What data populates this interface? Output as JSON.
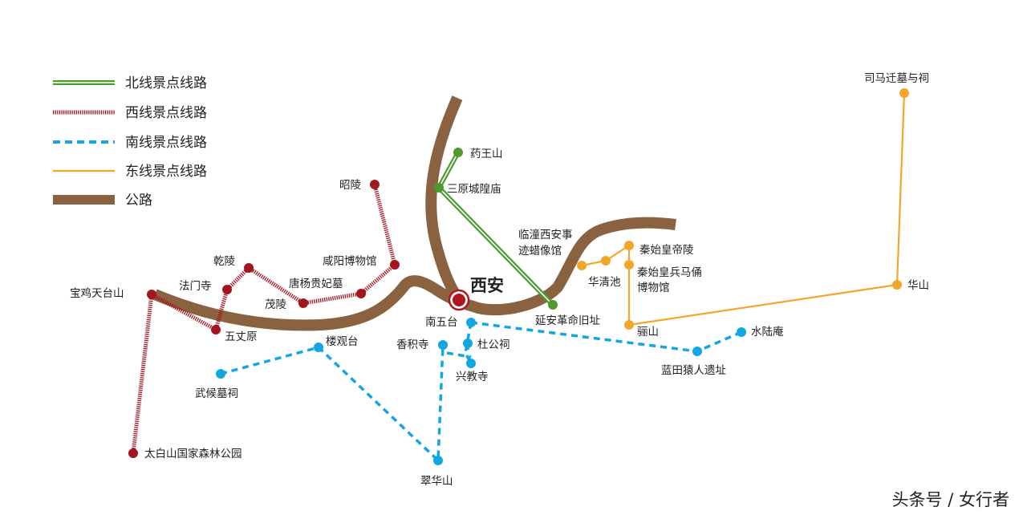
{
  "colors": {
    "north": "#4e9a2f",
    "west": "#a3151f",
    "south": "#12a7e0",
    "east": "#f3a72a",
    "road": "#8b6240",
    "city": "#b3151f"
  },
  "legend": {
    "north": "北线景点线路",
    "west": "西线景点线路",
    "south": "南线景点线路",
    "east": "东线景点线路",
    "road": "公路"
  },
  "city": {
    "name": "西安"
  },
  "places": {
    "yaowangshan": "药王山",
    "sanyuan": "三原城隍庙",
    "linjiang": "临潼西安事",
    "linjiang2": "迹蜡像馆",
    "yanan": "延安革命旧址",
    "zhaoling": "昭陵",
    "qianling": "乾陵",
    "xianyang_museum": "咸阳博物馆",
    "famensi": "法门寺",
    "tangyang": "唐杨贵妃墓",
    "maoling": "茂陵",
    "baoji": "宝鸡天台山",
    "wuzhangyuan": "五丈原",
    "taibai": "太白山国家森林公园",
    "nanwutai": "南五台",
    "xiangjisi": "香积寺",
    "dugongci": "杜公祠",
    "xingjiaosi": "兴教寺",
    "louguantai": "楼观台",
    "wuhoumu": "武候墓祠",
    "cuihuashan": "翠华山",
    "lantian": "蓝田猿人遗址",
    "shuiluan": "水陆庵",
    "qinling": "秦始皇帝陵",
    "bingma": "秦始皇兵马俑",
    "bingma2": "博物馆",
    "huaqingchi": "华清池",
    "lishan": "骊山",
    "huashan": "华山",
    "simaqian": "司马迁墓与祠"
  },
  "watermark": "头条号 / 女行者"
}
